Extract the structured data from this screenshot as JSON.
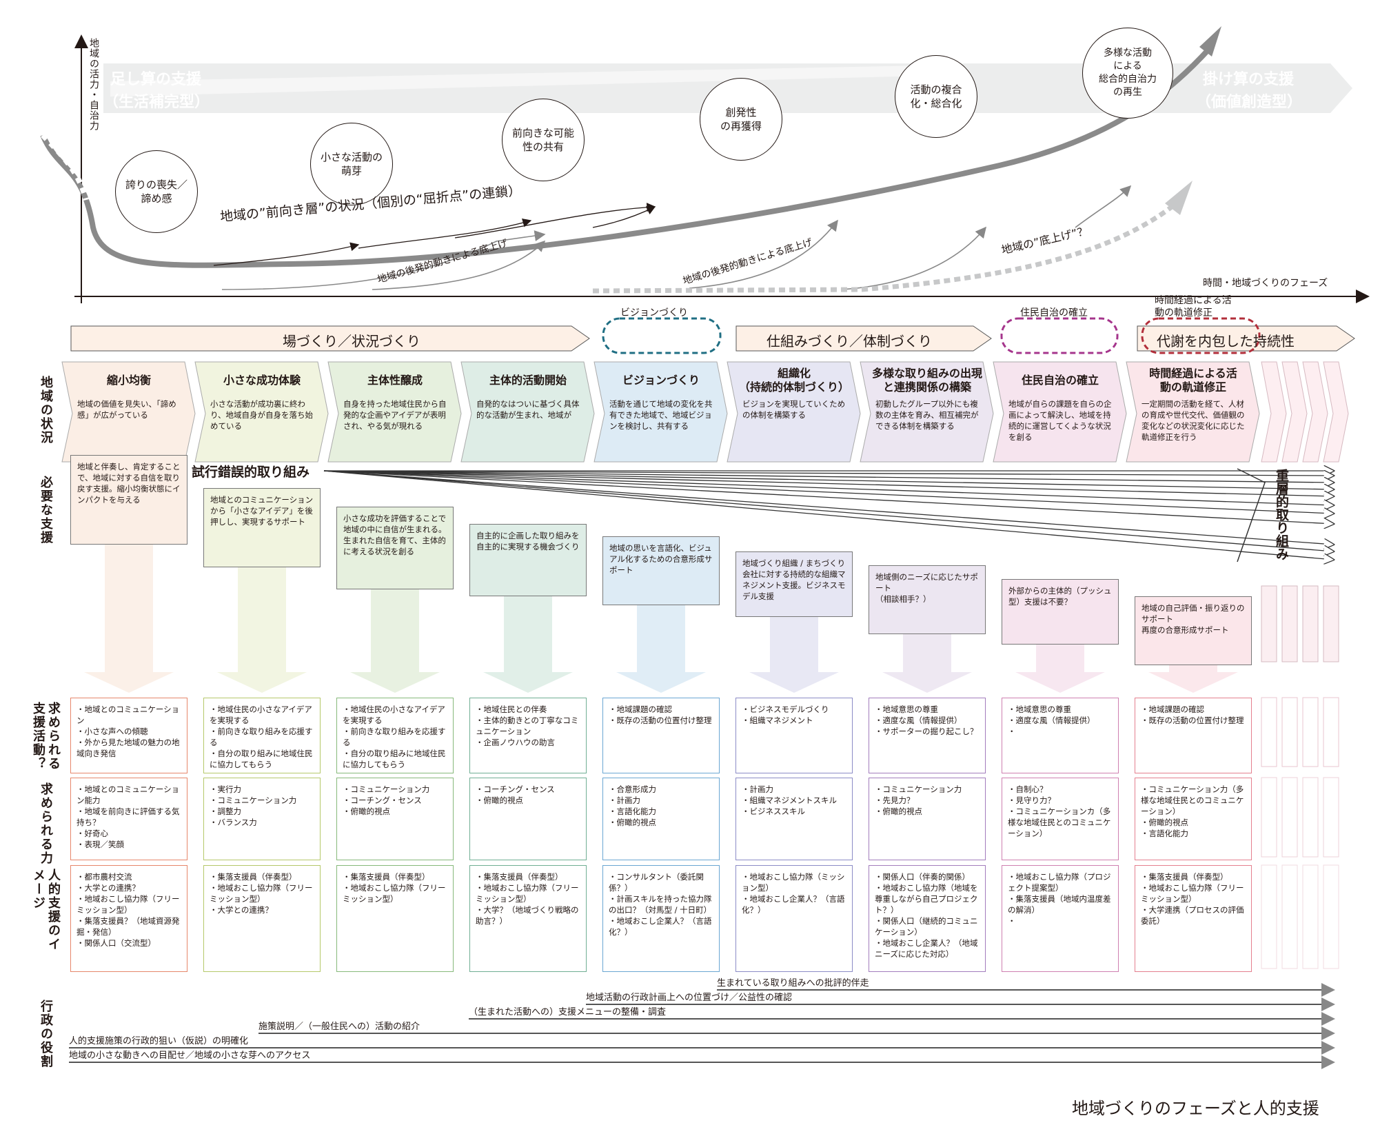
{
  "axes": {
    "y_label": "地域の活力・自治力",
    "x_label": "時間・地域づくりのフェーズ"
  },
  "banners": {
    "left_line1": "足し算の支援",
    "left_line2": "（生活補完型）",
    "right_line1": "掛け算の支援",
    "right_line2": "（価値創造型）"
  },
  "circles": [
    {
      "text": "誇りの喪失／\n諦め感"
    },
    {
      "text": "小さな活動の\n萌芽"
    },
    {
      "text": "前向きな可能\n性の共有"
    },
    {
      "text": "創発性\nの再獲得"
    },
    {
      "text": "活動の複合\n化・総合化"
    },
    {
      "text": "多様な活動\nによる\n総合的自治力\nの再生"
    }
  ],
  "curve_labels": {
    "main": "地域の”前向き層”の状況（個別の“屈折点”の連鎖）",
    "late1": "地域の後発的動きによる底上げ",
    "late2": "地域の後発的動きによる底上げ",
    "bottom_up": "地域の”底上げ”？"
  },
  "phase_bar": {
    "field": "場づくり／状況づくり",
    "vision_top": "ビジョンづくり",
    "system": "仕組みづくり／体制づくり",
    "autonomy_top": "住民自治の確立",
    "metab_top": "時間経過による活\n動の軌道修正",
    "sustain": "代謝を内包した持続性"
  },
  "row_labels": {
    "situation": "地域の状況",
    "support_needed": "必要な支援",
    "activities": "求められる支援活動？",
    "skills": "求められる力",
    "human": "人的支援のイメージ",
    "gov": "行政の役割"
  },
  "phases": [
    {
      "title": "縮小均衡",
      "desc": "地域の価値を見失い、「諦め感」が広がっている",
      "color": "#fbeee5"
    },
    {
      "title": "小さな成功体験",
      "desc": "小さな活動が成功裏に終わり、地域自身が自身を落ち始めている",
      "color": "#f1f4df"
    },
    {
      "title": "主体性醸成",
      "desc": "自身を持った地域住民から自発的な企画やアイデアが表明され、やる気が現れる",
      "color": "#e6f0de"
    },
    {
      "title": "主体的活動開始",
      "desc": "自発的なはついに基づく具体的な活動が生まれ、地域が",
      "color": "#deede6"
    },
    {
      "title": "ビジョンづくり",
      "desc": "活動を通じて地域の変化を共有できた地域で、地域ビジョンを検討し、共有する",
      "color": "#ddebf5"
    },
    {
      "title": "組織化\n（持続的体制づくり）",
      "desc": "ビジョンを実現していくための体制を構築する",
      "color": "#e6e6f3"
    },
    {
      "title": "多様な取り組みの出現\nと連携関係の構築",
      "desc": "初動したグループ以外にも複数の主体を育み、相互補完ができる体制を構築する",
      "color": "#ece6f1"
    },
    {
      "title": "住民自治の確立",
      "desc": "地域が自らの課題を自らの企画によって解決し、地域を持続的に運営してくような状況を創る",
      "color": "#f6e4ee"
    },
    {
      "title": "時間経過による活\n動の軌道修正",
      "desc": "一定期間の活動を経て、人材の育成や世代交代、価値観の変化などの状況変化に応じた軌道修正を行う",
      "color": "#fbe6ea"
    }
  ],
  "trial_label": "試行錯誤的取り組み",
  "layered_label": "重層的取り組み",
  "needs": [
    {
      "text": "地域と伴奏し、肯定することで、地域に対する自信を取り戻す支援。縮小均衡状態にインパクトを与える"
    },
    {
      "text": "地域とのコミュニケーションから「小さなアイデア」を後押しし、実現するサポート"
    },
    {
      "text": "小さな成功を評価することで地域の中に自信が生まれる。生まれた自信を育て、主体的に考える状況を創る"
    },
    {
      "text": "自主的に企画した取り組みを自主的に実現する機会づくり"
    },
    {
      "text": "地域の思いを言語化、ビジュアル化するための合意形成サポート"
    },
    {
      "text": "地域づくり組織 / まちづくり会社に対する持続的な組織マネジメント支援。ビジネスモデル支援"
    },
    {
      "text": "地域側のニーズに応じたサポート\n（相談相手？）"
    },
    {
      "text": "外部からの主体的（プッシュ型）支援は不要？"
    },
    {
      "text": "地域の自己評価・振り返りのサポート\n再度の合意形成サポート"
    }
  ],
  "activities": [
    [
      "・地域とのコミュニケーション",
      "・小さな声への傾聴",
      "・外から見た地域の魅力の地域向き発信"
    ],
    [
      "・地域住民の小さなアイデアを実現する",
      "・前向きな取り組みを応援する",
      "・自分の取り組みに地域住民に協力してもらう"
    ],
    [
      "・地域住民の小さなアイデアを実現する",
      "・前向きな取り組みを応援する",
      "・自分の取り組みに地域住民に協力してもらう"
    ],
    [
      "・地域住民との伴奏",
      "・主体的動きとの丁寧なコミュニケーション",
      "・企画ノウハウの助言"
    ],
    [
      "・地域課題の確認",
      "・既存の活動の位置付け整理"
    ],
    [
      "・ビジネスモデルづくり",
      "・組織マネジメント"
    ],
    [
      "・地域意思の尊重",
      "・適度な風（情報提供）",
      "・サポーターの掘り起こし？"
    ],
    [
      "・地域意思の尊重",
      "・適度な風（情報提供）",
      "・"
    ],
    [
      "・地域課題の確認",
      "・既存の活動の位置付け整理"
    ]
  ],
  "skills": [
    [
      "・地域とのコミュニケーション能力",
      "・地域を前向きに評価する気持ち？",
      "・好奇心",
      "・表現／笑顔"
    ],
    [
      "・実行力",
      "・コミュニケーション力",
      "・調整力",
      "・バランス力"
    ],
    [
      "・コミュニケーション力",
      "・コーチング・センス",
      "・俯瞰的視点"
    ],
    [
      "・コーチング・センス",
      "・俯瞰的視点"
    ],
    [
      "・合意形成力",
      "・計画力",
      "・言語化能力",
      "・俯瞰的視点"
    ],
    [
      "・計画力",
      "・組織マネジメントスキル",
      "・ビジネススキル"
    ],
    [
      "・コミュニケーション力",
      "・先見力？",
      "・俯瞰的視点"
    ],
    [
      "・自制心？",
      "・見守り力？",
      "・コミュニケーションカ（多様な地域住民とのコミュニケーション）"
    ],
    [
      "・コミュニケーション力（多様な地域住民とのコミュニケーション）",
      "・俯瞰的視点",
      "・言語化能力"
    ]
  ],
  "human": [
    [
      "・都市農村交流",
      "・大学との連携？",
      "・地域おこし協力隊（フリーミッション型）",
      "・集落支援員？（地域資源発掘・発信）",
      "・関係人口（交流型）"
    ],
    [
      "・集落支援員（伴奏型）",
      "・地域おこし協力隊（フリーミッション型）",
      "・大学との連携？"
    ],
    [
      "・集落支援員（伴奏型）",
      "・地域おこし協力隊（フリーミッション型）"
    ],
    [
      "・集落支援員（伴奏型）",
      "・地域おこし協力隊（フリーミッション型）",
      "・大学？（地域づくり戦略の助言？）"
    ],
    [
      "・コンサルタント（委託関係？）",
      "・計画スキルを持った協力隊の出口？（対馬型 / 十日町）",
      "・地域おこし企業人？（言語化？）"
    ],
    [
      "・地域おこし協力隊（ミッション型）",
      "・地域おこし企業人？（言語化？）"
    ],
    [
      "・関係人口（伴奏的関係）",
      "・地域おこし協力隊（地域を尊重しながら自己プロジェクト？）",
      "・関係人口（継続的コミュニケーション）",
      "・地域おこし企業人？（地域ニーズに応じた対応）"
    ],
    [
      "・地域おこし協力隊（プロジェクト提案型）",
      "・集落支援員（地域内温度差の解消）",
      "・"
    ],
    [
      "・集落支援員（伴奏型）",
      "・地域おこし協力隊（フリーミッション型）",
      "・大学連携（プロセスの評価委託）"
    ]
  ],
  "column_colors": [
    "#e6866a",
    "#b5c86a",
    "#86b97a",
    "#6fae93",
    "#6aa6d2",
    "#8b8bc6",
    "#a27cbc",
    "#cf7fb0",
    "#e47f8e"
  ],
  "gov_roles": [
    {
      "label": "生まれている取り組みへの批評的伴走"
    },
    {
      "label": "地域活動の行政計画上への位置づけ／公益性の確認"
    },
    {
      "label": "（生まれた活動への）支援メニューの整備・調査"
    },
    {
      "label": "施策説明／（一般住民への）活動の紹介"
    },
    {
      "label": "人的支援施策の行政的狙い（仮説）の明確化"
    },
    {
      "label": "地域の小さな動きへの目配せ／地域の小さな芽へのアクセス"
    }
  ],
  "caption": "地域づくりのフェーズと人的支援"
}
